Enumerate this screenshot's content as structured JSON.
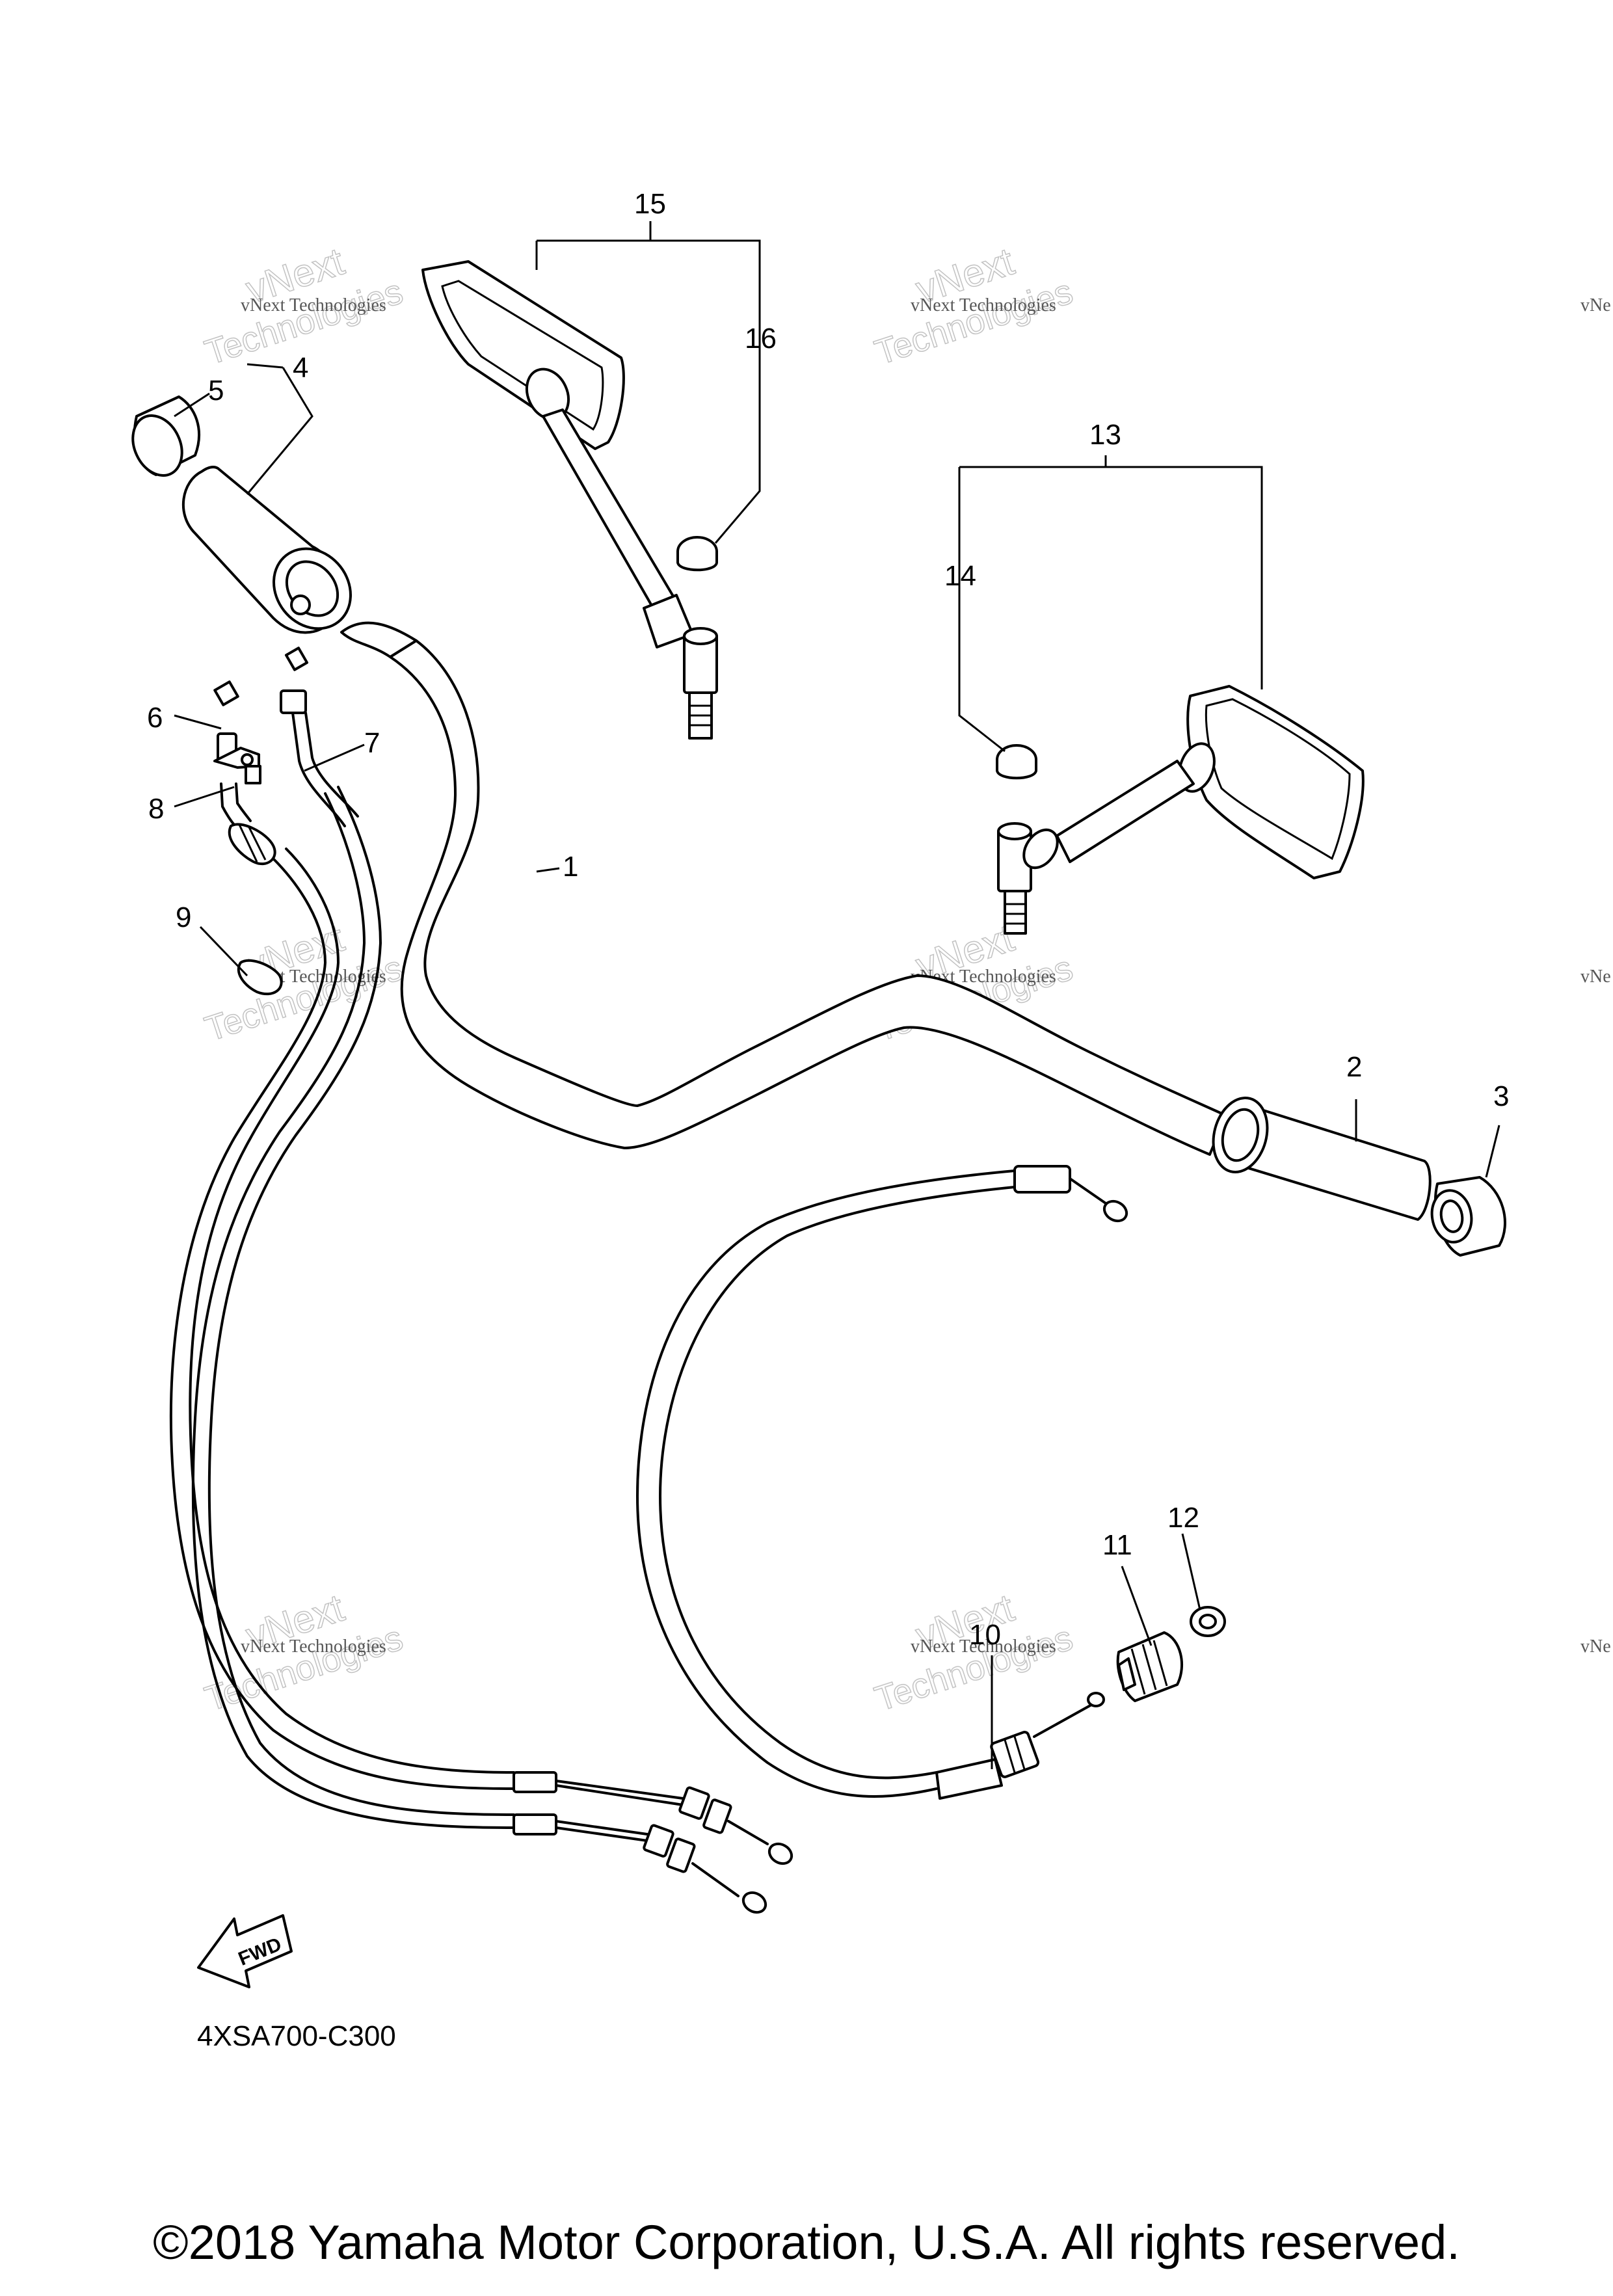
{
  "callouts": [
    "1",
    "2",
    "3",
    "4",
    "5",
    "6",
    "7",
    "8",
    "9",
    "10",
    "11",
    "12",
    "13",
    "14",
    "15",
    "16"
  ],
  "watermark": {
    "line1": "vNext Technologies",
    "big1": "vNext",
    "big2": "Technologies"
  },
  "diagram_code": "4XSA700-C300",
  "fwd_label": "FWD",
  "copyright": "©2018 Yamaha Motor Corporation, U.S.A. All rights reserved."
}
